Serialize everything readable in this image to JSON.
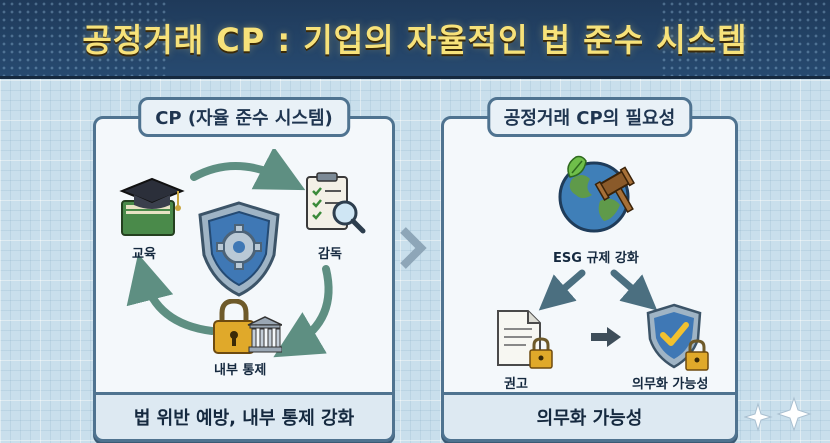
{
  "title": "공정거래 CP : 기업의 자율적인 법 준수 시스템",
  "left_panel": {
    "header": "CP (자율 준수 시스템)",
    "labels": {
      "education": "교육",
      "supervision": "감독",
      "internal_control": "내부 통제"
    },
    "footer": "법 위반 예방, 내부 통제 강화"
  },
  "right_panel": {
    "header": "공정거래 CP의 필요성",
    "labels": {
      "esg": "ESG 규제 강화",
      "recommendation": "권고",
      "mandatory": "의무화 가능성"
    },
    "footer": "의무화 가능성"
  },
  "colors": {
    "title_bg": "#1f3a5a",
    "title_text": "#f7e27a",
    "panel_border": "#4f7390",
    "arrow_green": "#5e8f82",
    "shield_blue": "#3f78b5",
    "lock_gold": "#e0a92a"
  }
}
